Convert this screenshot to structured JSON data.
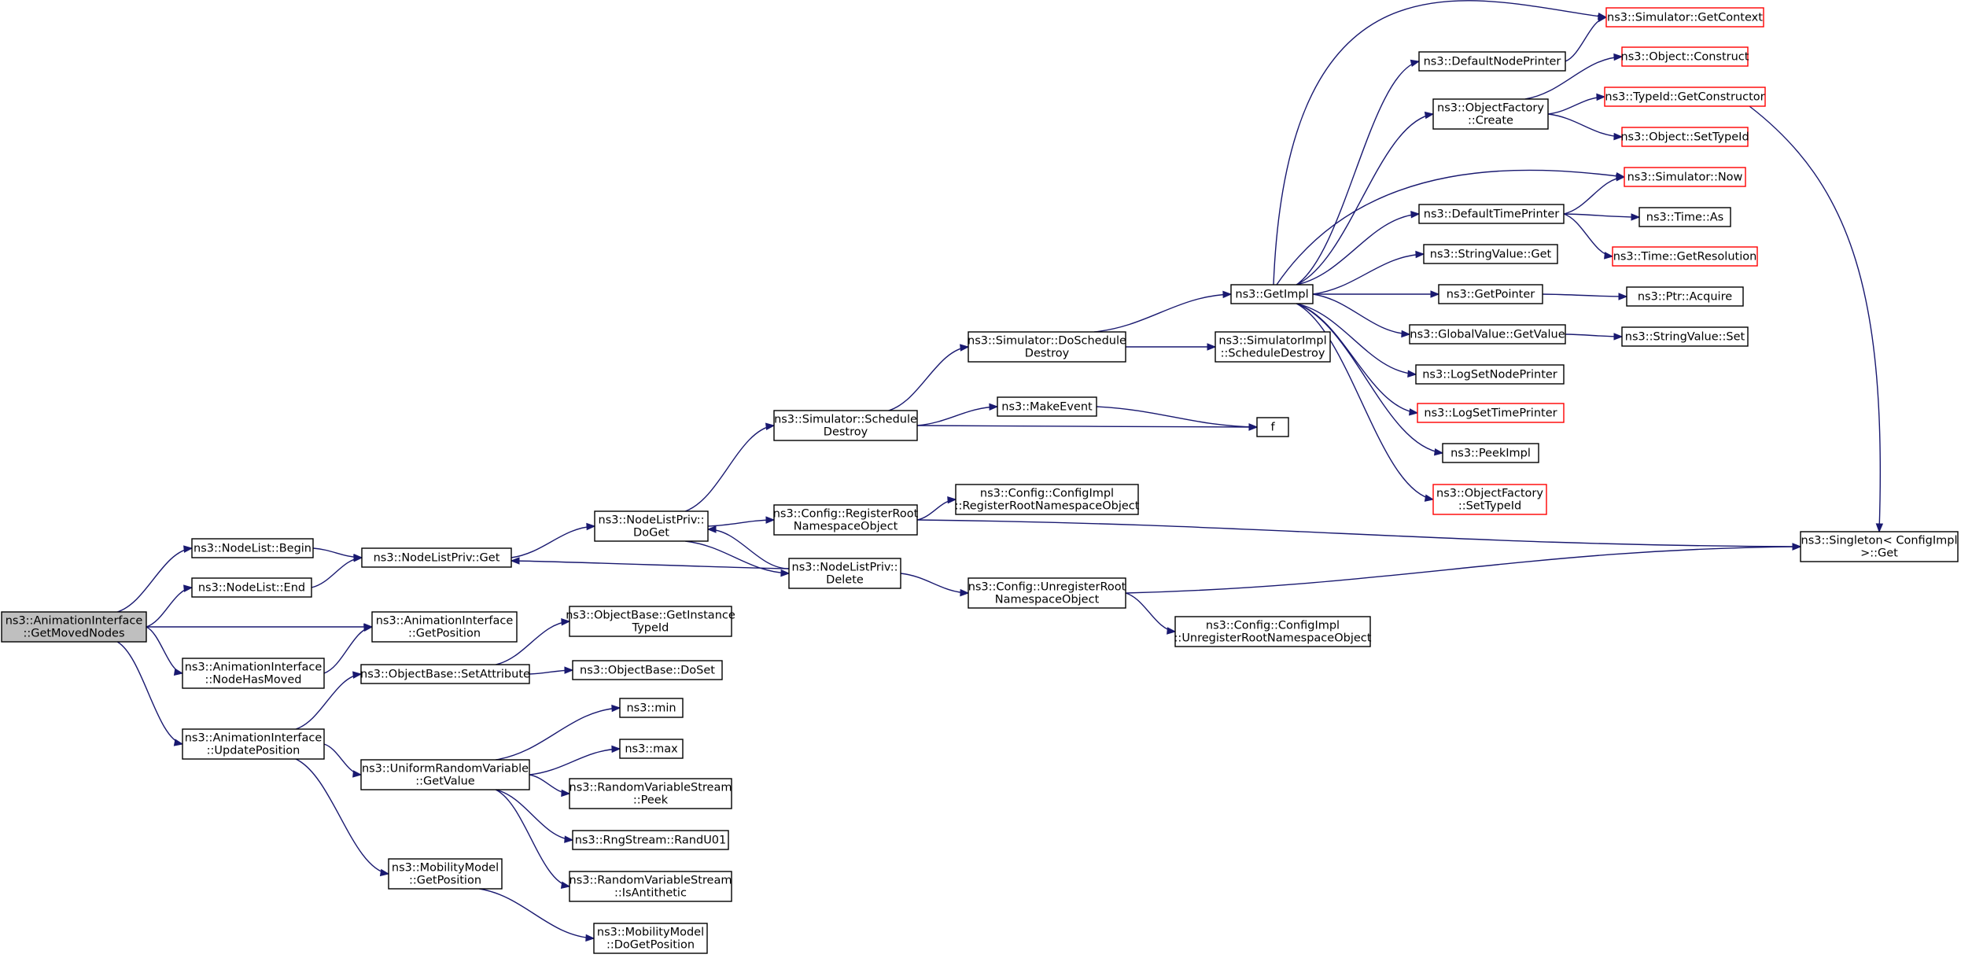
{
  "diagram_title": "",
  "colors": {
    "edge": "#191970",
    "node_border": "#000000",
    "external_node_border": "#ff0000",
    "root_fill": "#bfbfbf",
    "node_fill": "#ffffff"
  },
  "nodes": {
    "root": [
      "ns3::AnimationInterface",
      "::GetMovedNodes"
    ],
    "nodelistBegin": [
      "ns3::NodeList::Begin"
    ],
    "nodelistEnd": [
      "ns3::NodeList::End"
    ],
    "aiGetPosition": [
      "ns3::AnimationInterface",
      "::GetPosition"
    ],
    "aiNodeHasMoved": [
      "ns3::AnimationInterface",
      "::NodeHasMoved"
    ],
    "aiUpdatePosition": [
      "ns3::AnimationInterface",
      "::UpdatePosition"
    ],
    "nodeListPrivGet": [
      "ns3::NodeListPriv::Get"
    ],
    "objBaseSetAttribute": [
      "ns3::ObjectBase::SetAttribute"
    ],
    "urvGetValue": [
      "ns3::UniformRandomVariable",
      "::GetValue"
    ],
    "mobilityGetPosition": [
      "ns3::MobilityModel",
      "::GetPosition"
    ],
    "nodeListPrivDoGet": [
      "ns3::NodeListPriv::",
      "DoGet"
    ],
    "nodeListPrivDelete": [
      "ns3::NodeListPriv::",
      "Delete"
    ],
    "objBaseGetInstanceTypeId": [
      "ns3::ObjectBase::GetInstance",
      "TypeId"
    ],
    "objBaseDoSet": [
      "ns3::ObjectBase::DoSet"
    ],
    "min": [
      "ns3::min"
    ],
    "max": [
      "ns3::max"
    ],
    "rvsPeek": [
      "ns3::RandomVariableStream",
      "::Peek"
    ],
    "rngRandU01": [
      "ns3::RngStream::RandU01"
    ],
    "rvsIsAntithetic": [
      "ns3::RandomVariableStream",
      "::IsAntithetic"
    ],
    "mobilityDoGetPosition": [
      "ns3::MobilityModel",
      "::DoGetPosition"
    ],
    "simScheduleDestroy": [
      "ns3::Simulator::Schedule",
      "Destroy"
    ],
    "configRegisterRoot": [
      "ns3::Config::RegisterRoot",
      "NamespaceObject"
    ],
    "configUnregisterRoot": [
      "ns3::Config::UnregisterRoot",
      "NamespaceObject"
    ],
    "simDoScheduleDestroy": [
      "ns3::Simulator::DoSchedule",
      "Destroy"
    ],
    "makeEvent": [
      "ns3::MakeEvent"
    ],
    "configImplRegister": [
      "ns3::Config::ConfigImpl",
      "::RegisterRootNamespaceObject"
    ],
    "configImplUnregister": [
      "ns3::Config::ConfigImpl",
      "::UnregisterRootNamespaceObject"
    ],
    "getImpl": [
      "ns3::GetImpl"
    ],
    "simImplScheduleDestroy": [
      "ns3::SimulatorImpl",
      "::ScheduleDestroy"
    ],
    "f": [
      "f"
    ],
    "defaultNodePrinter": [
      "ns3::DefaultNodePrinter"
    ],
    "objectFactoryCreate": [
      "ns3::ObjectFactory",
      "::Create"
    ],
    "defaultTimePrinter": [
      "ns3::DefaultTimePrinter"
    ],
    "stringValueGet": [
      "ns3::StringValue::Get"
    ],
    "getPointer": [
      "ns3::GetPointer"
    ],
    "globalValueGetValue": [
      "ns3::GlobalValue::GetValue"
    ],
    "logSetNodePrinter": [
      "ns3::LogSetNodePrinter"
    ],
    "logSetTimePrinter": [
      "ns3::LogSetTimePrinter"
    ],
    "peekImpl": [
      "ns3::PeekImpl"
    ],
    "objectFactorySetTypeId": [
      "ns3::ObjectFactory",
      "::SetTypeId"
    ],
    "simGetContext": [
      "ns3::Simulator::GetContext"
    ],
    "objectConstruct": [
      "ns3::Object::Construct"
    ],
    "typeIdGetConstructor": [
      "ns3::TypeId::GetConstructor"
    ],
    "objectSetTypeId": [
      "ns3::Object::SetTypeId"
    ],
    "simNow": [
      "ns3::Simulator::Now"
    ],
    "timeAs": [
      "ns3::Time::As"
    ],
    "timeGetResolution": [
      "ns3::Time::GetResolution"
    ],
    "ptrAcquire": [
      "ns3::Ptr::Acquire"
    ],
    "stringValueSet": [
      "ns3::StringValue::Set"
    ],
    "singletonGet": [
      "ns3::Singleton< ConfigImpl",
      " >::Get"
    ]
  }
}
